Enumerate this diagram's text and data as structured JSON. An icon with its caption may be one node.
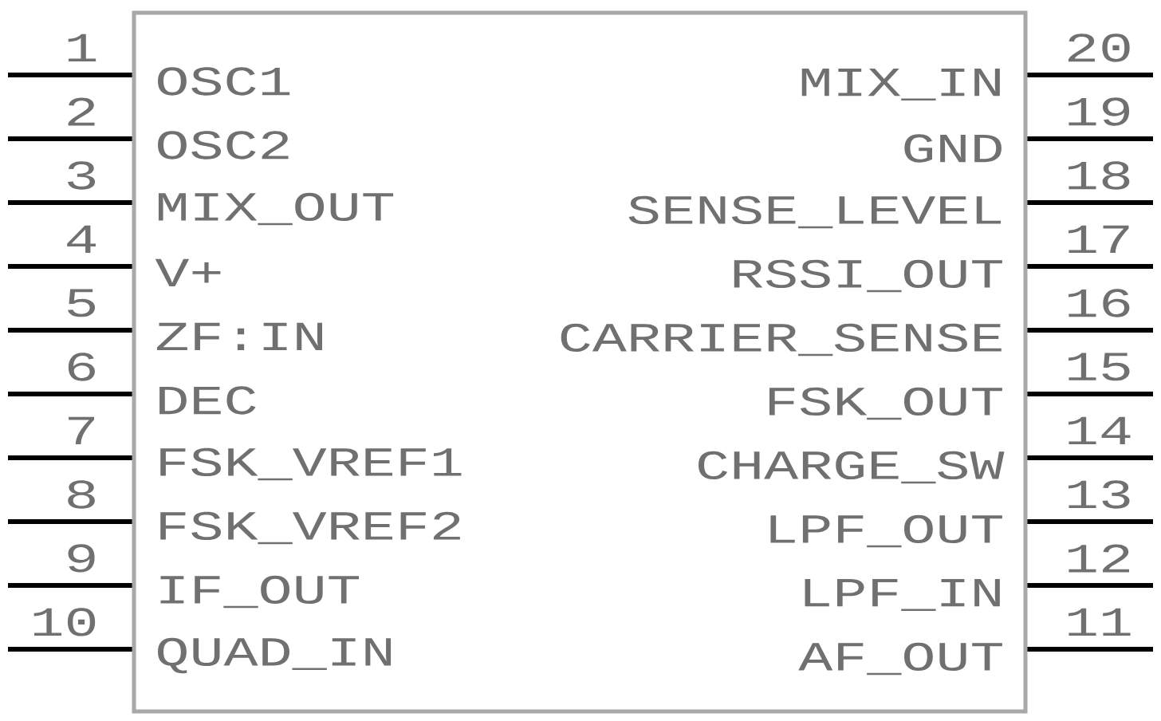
{
  "diagram": {
    "nodes": [
      {
        "text": [
          "OSC1",
          "OSC2",
          "MIX_OUT",
          "V+",
          "ZF:IN",
          "DEC",
          "FSK_VREF1",
          "FSK_VREF2",
          "IF_OUT",
          "QUAD_IN",
          "AF_OUT",
          "LPF_IN",
          "LPF_OUT",
          "CHARGE_SW",
          "FSK_OUT",
          "CARRIER_SENSE",
          "RSSI_OUT",
          "SENSE_LEVEL",
          "GND",
          "MIX_IN"
        ]
      }
    ],
    "labels": [
      "1",
      "2",
      "3",
      "4",
      "5",
      "6",
      "7",
      "8",
      "9",
      "10",
      "11",
      "12",
      "13",
      "14",
      "15",
      "16",
      "17",
      "18",
      "19",
      "20"
    ]
  }
}
